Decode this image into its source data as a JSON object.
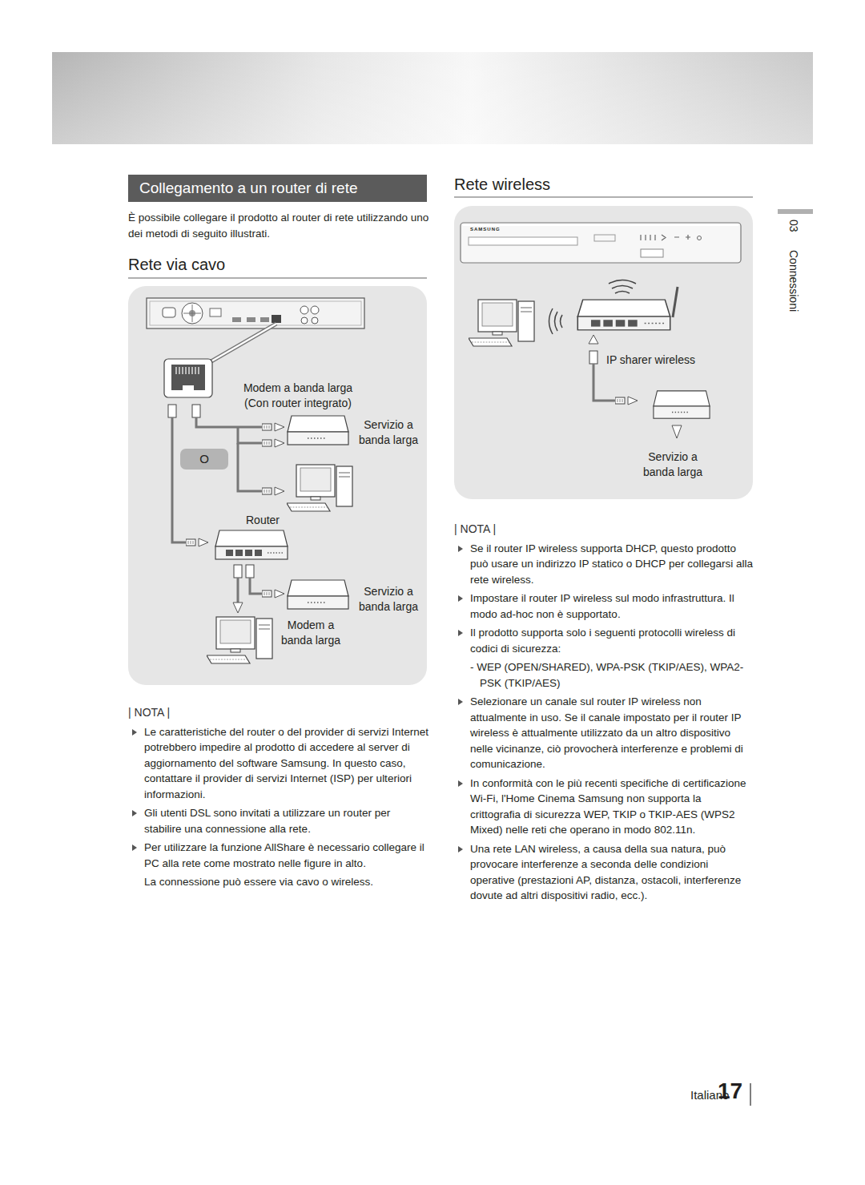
{
  "diagram": {
    "title": "Collegamento a un router di rete",
    "nodes": [
      {
        "text": [
          "Modem a banda larga (Con router integrato)",
          "Servizio a banda larga",
          "Router",
          "Servizio a banda larga",
          "Modem a banda larga"
        ]
      },
      {
        "text": [
          "O"
        ],
        "in": 0
      },
      {
        "text": [
          "IP sharer wireless",
          "Servizio a banda larga"
        ]
      }
    ],
    "labels": [
      "È possibile collegare il prodotto al router di rete utilizzando uno dei metodi di seguito illustrati.",
      "Rete via cavo",
      "| NOTA |",
      "Le caratteristiche del router o del provider di servizi Internet potrebbero impedire al prodotto di accedere al server di aggiornamento del software Samsung. In questo caso, contattare il provider di servizi Internet (ISP) per ulteriori informazioni.",
      "Gli utenti DSL sono invitati a utilizzare un router per stabilire una connessione alla rete.",
      "Per utilizzare la funzione AllShare è necessario collegare il PC alla rete come mostrato nelle figure in alto.",
      "La connessione può essere via cavo o wireless.",
      "Rete wireless",
      "SAMSUNG",
      "| NOTA |",
      "Se il router IP wireless supporta DHCP, questo prodotto può usare un indirizzo IP statico o DHCP per collegarsi alla rete wireless.",
      "Impostare il router IP wireless sul modo infrastruttura. Il modo ad-hoc non è supportato.",
      "Il prodotto supporta solo i seguenti protocolli wireless di codici di sicurezza:",
      "- WEP (OPEN/SHARED), WPA-PSK (TKIP/AES), WPA2-PSK (TKIP/AES)",
      "Selezionare un canale sul router IP wireless non attualmente in uso. Se il canale impostato per il router IP wireless è attualmente utilizzato da un altro dispositivo nelle vicinanze, ciò provocherà interferenze e problemi di comunicazione.",
      "In conformità con le più recenti specifiche di certificazione Wi-Fi, l'Home Cinema Samsung non supporta la crittografia di sicurezza WEP, TKIP o TKIP-AES (WPS2 Mixed) nelle reti che operano in modo 802.11n.",
      "Una rete LAN wireless, a causa della sua natura, può provocare interferenze a seconda delle condizioni operative (prestazioni AP, distanza, ostacoli, interferenze dovute ad altri dispositivi radio, ecc.).",
      "03",
      "Connessioni",
      "Italiano",
      "17"
    ]
  }
}
